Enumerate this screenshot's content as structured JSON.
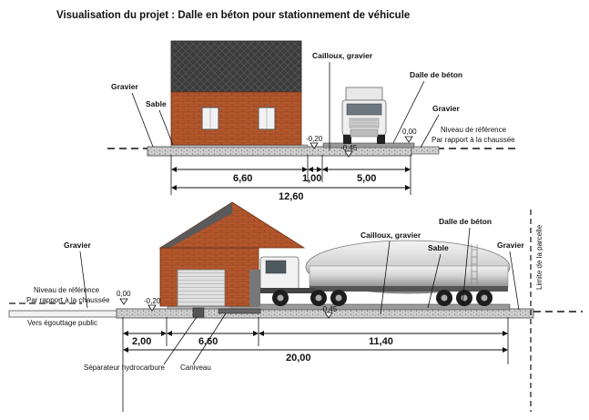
{
  "title": "Visualisation du projet : Dalle en béton pour stationnement de véhicule",
  "top": {
    "labels": {
      "gravier_left": "Gravier",
      "sable": "Sable",
      "cailloux": "Cailloux, gravier",
      "dalle": "Dalle de béton",
      "gravier_right": "Gravier",
      "niveau_line1": "Niveau de référence",
      "niveau_line2": "Par rapport à la chaussée"
    },
    "levels": {
      "minus_020": "-0,20",
      "minus_045": "-0,45",
      "zero": "0,00"
    },
    "dims": {
      "d1": "6,60",
      "d2": "1,00",
      "d3": "5,00",
      "total": "12,60"
    }
  },
  "bottom": {
    "labels": {
      "gravier_left": "Gravier",
      "niveau_line1": "Niveau de référence",
      "niveau_line2": "Par rapport à la chaussée",
      "egouttage": "Vers égouttage public",
      "cailloux": "Cailloux, gravier",
      "dalle": "Dalle de béton",
      "sable": "Sable",
      "gravier_right": "Gravier",
      "limite": "Limite de la parcelle",
      "separateur": "Séparateur hydrocarbure",
      "caniveau": "Caniveau"
    },
    "levels": {
      "zero": "0,00",
      "minus_020": "-0,20",
      "minus_045": "-0,45"
    },
    "dims": {
      "d1": "2,00",
      "d2": "6,60",
      "d3": "11,40",
      "total": "20,00"
    }
  },
  "colors": {
    "brick": "#b4582d",
    "roof": "#3a3a3a",
    "gravel": "#bdbdbd",
    "slab": "#9a9a9a",
    "door": "#dcdcdc",
    "tank": "#cfcfcf"
  }
}
